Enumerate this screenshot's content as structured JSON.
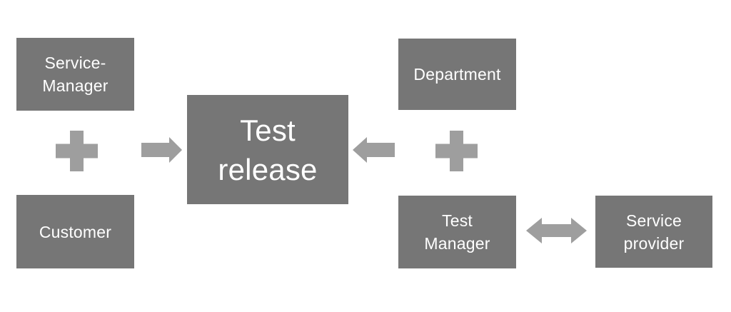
{
  "diagram": {
    "nodes": {
      "service_manager": {
        "label": "Service-\nManager"
      },
      "customer": {
        "label": "Customer"
      },
      "test_release": {
        "label": "Test\nrelease"
      },
      "department": {
        "label": "Department"
      },
      "test_manager": {
        "label": "Test\nManager"
      },
      "service_provider": {
        "label": "Service\nprovider"
      }
    },
    "connectors": {
      "left_plus": {
        "glyph": "plus"
      },
      "left_arrow": {
        "glyph": "arrow-right"
      },
      "right_arrow": {
        "glyph": "arrow-left"
      },
      "right_plus": {
        "glyph": "plus"
      },
      "double_arrow": {
        "glyph": "arrow-left-right"
      }
    },
    "colors": {
      "background": "#ffffff",
      "node_fill": "#767676",
      "node_text_color": "#ffffff",
      "connector_fill": "#9e9e9e"
    }
  }
}
